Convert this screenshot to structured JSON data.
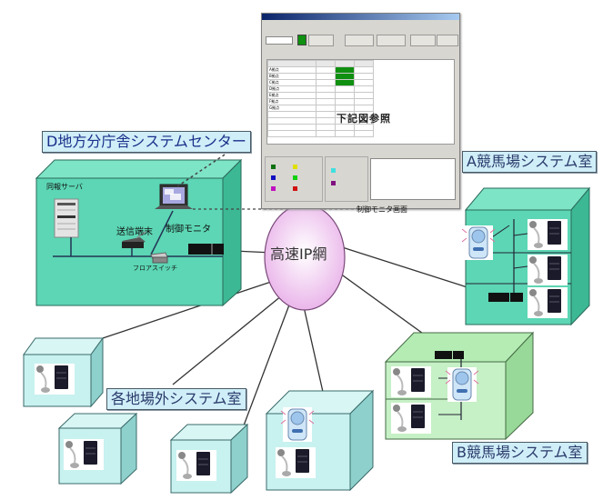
{
  "diagram": {
    "title_labels": {
      "center": "D地方分庁舎システムセンター",
      "siteA": "A競馬場システム室",
      "siteB": "B競馬場システム室",
      "offsite": "各地場外システム室",
      "network": "高速IP網"
    },
    "center_devices": {
      "server": "同報サーバ",
      "sender": "送信端末",
      "monitor": "制御モニタ",
      "switch": "フロアスイッチ"
    },
    "monitor_screen_label": "制御モニタ画面",
    "screenshot": {
      "reference_text": "下記図参照",
      "rows": [
        "A拠点",
        "B拠点",
        "C拠点",
        "D拠点",
        "E拠点",
        "F拠点",
        "G拠点"
      ],
      "active_rows": [
        0,
        1,
        2
      ],
      "legend_colors": [
        "#107010",
        "#1010c0",
        "#c010c0",
        "#e0e000",
        "#10d010",
        "#d01010",
        "#40e0e0",
        "#801080"
      ]
    },
    "colors": {
      "center_room": "#5cd6b4",
      "siteA_room": "#5cd6b4",
      "siteB_room": "#c6f0c6",
      "offsite_room": "#c8f2f0",
      "network_cloud": "#f2c8f2",
      "label_bg": "#cfeef8",
      "active_status": "#109010"
    }
  }
}
